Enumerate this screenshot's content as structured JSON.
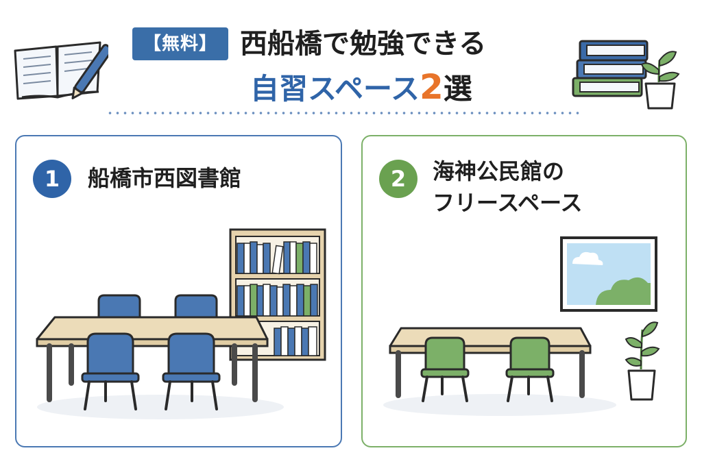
{
  "header": {
    "badge": "【無料】",
    "title_line1": "西船橋で勉強できる",
    "title_line2_prefix": "自習スペース",
    "title_line2_number": "2",
    "title_line2_suffix": "選"
  },
  "cards": [
    {
      "number": "1",
      "title": "船橋市西図書館",
      "accent": "#2f64a8"
    },
    {
      "number": "2",
      "title_line1": "海神公民館の",
      "title_line2": "フリースペース",
      "accent": "#6aa150"
    }
  ],
  "colors": {
    "blue": "#2f64a8",
    "orange": "#e8742a",
    "green": "#6aa150"
  },
  "icons": [
    "open-book-pen-icon",
    "book-stack-icon",
    "potted-plant-icon"
  ]
}
